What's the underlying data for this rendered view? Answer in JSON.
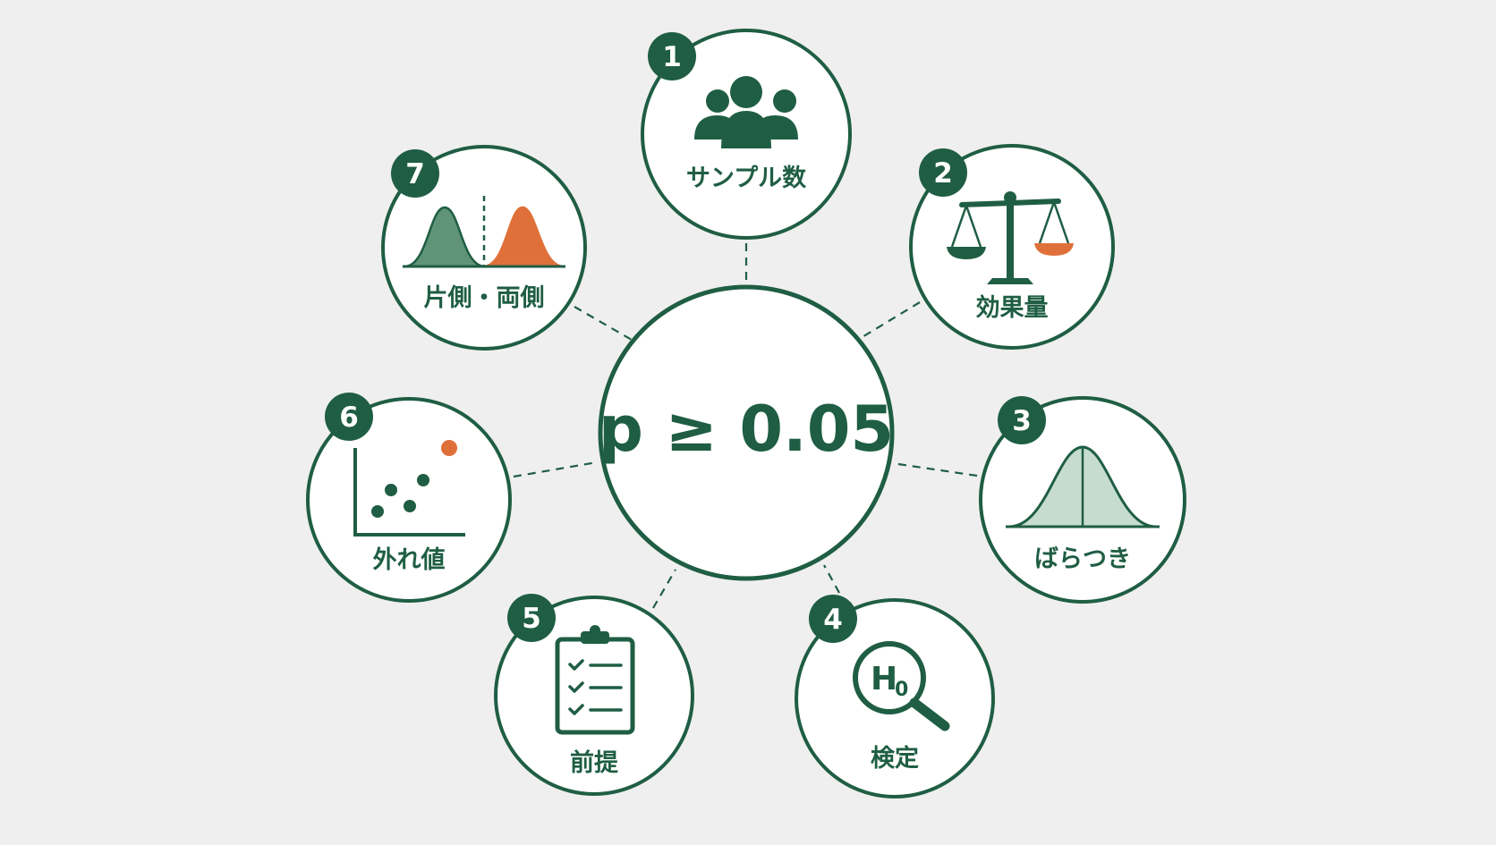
{
  "colors": {
    "green": "#1f5e44",
    "green_fill": "#5f9478",
    "green_light": "#c6dccf",
    "orange": "#e0703a",
    "background": "#efefef",
    "circle_fill": "#ffffff"
  },
  "center": {
    "text": "p ≥ 0.05"
  },
  "factors": [
    {
      "number": "1",
      "label": "サンプル数",
      "icon": "people-group-icon"
    },
    {
      "number": "2",
      "label": "効果量",
      "icon": "balance-scale-icon"
    },
    {
      "number": "3",
      "label": "ばらつき",
      "icon": "bell-curve-icon"
    },
    {
      "number": "4",
      "label": "検定",
      "icon": "magnifier-h0-icon",
      "icon_text": "H",
      "icon_subscript": "0"
    },
    {
      "number": "5",
      "label": "前提",
      "icon": "checklist-clipboard-icon"
    },
    {
      "number": "6",
      "label": "外れ値",
      "icon": "scatter-outlier-icon"
    },
    {
      "number": "7",
      "label": "片側・両側",
      "icon": "two-distributions-icon"
    }
  ]
}
